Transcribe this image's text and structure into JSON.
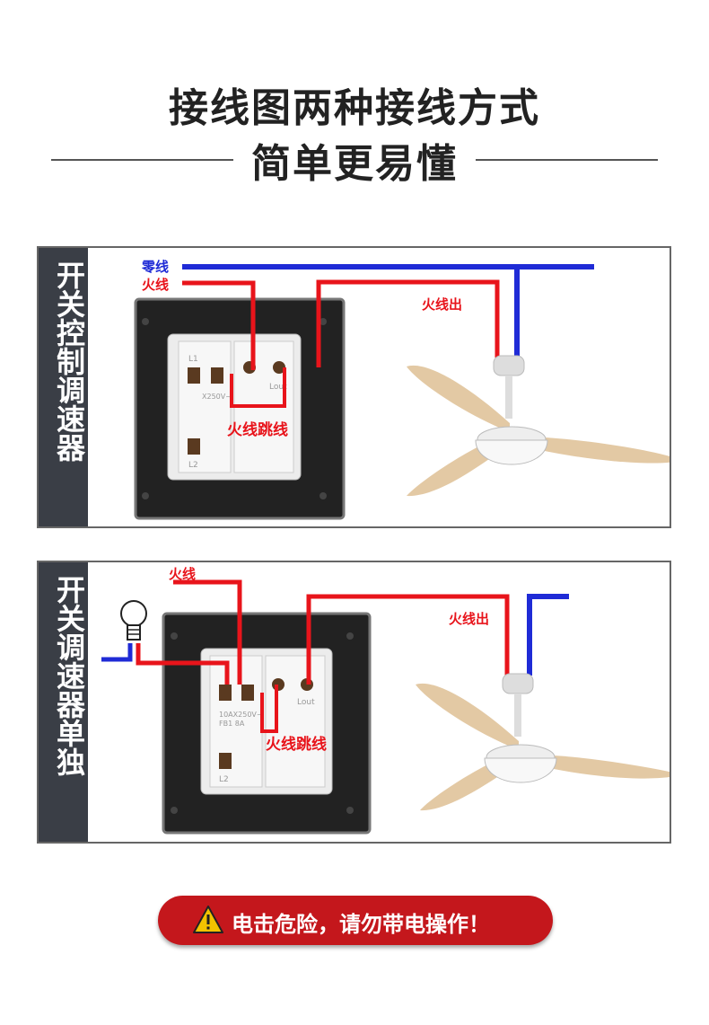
{
  "header": {
    "title_line1": "接线图两种接线方式",
    "title_line2": "简单更易懂"
  },
  "panel1": {
    "side_label": "开关控制调速器",
    "neutral_label": "零线",
    "live_label": "火线",
    "live_out_label": "火线出",
    "jumper_label": "火线跳线",
    "switch_marks": [
      "L1",
      "X250V~",
      "L2",
      "Lout"
    ]
  },
  "panel2": {
    "side_label": "开关调速器单独",
    "live_label": "火线",
    "live_out_label": "火线出",
    "jumper_label": "火线跳线",
    "switch_marks": [
      "10AX250V~",
      "FB1 8A",
      "L2",
      "Lout"
    ]
  },
  "warning": {
    "text": "电击危险，请勿带电操作！"
  },
  "colors": {
    "live_wire": "#e8141b",
    "neutral_wire": "#1f2bd6",
    "side_bg": "#3a3e46",
    "warning_bg": "#c4171c"
  }
}
